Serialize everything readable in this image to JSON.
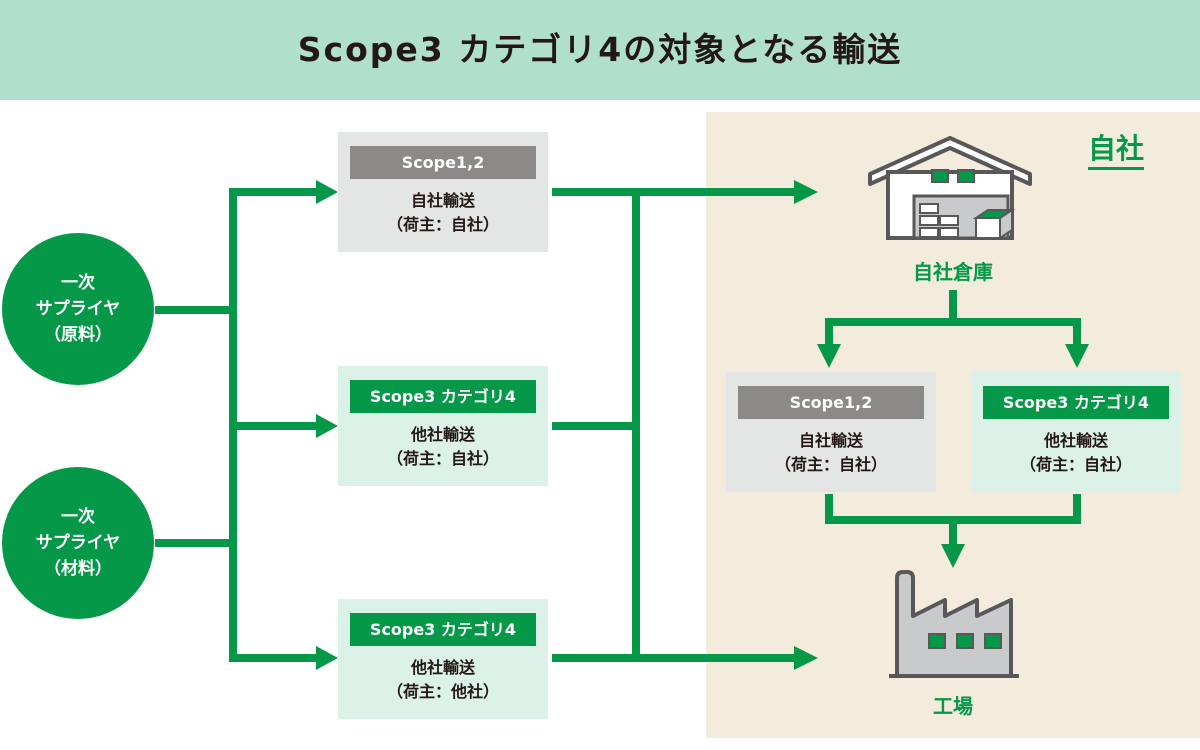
{
  "title": "Scope3 カテゴリ4の対象となる輸送",
  "self_area_label": "自社",
  "suppliers": [
    {
      "line1": "一次",
      "line2": "サプライヤ",
      "line3": "（原料）"
    },
    {
      "line1": "一次",
      "line2": "サプライヤ",
      "line3": "（材料）"
    }
  ],
  "transport_boxes": [
    {
      "tag": "Scope1,2",
      "line1": "自社輸送",
      "line2": "（荷主：自社）"
    },
    {
      "tag": "Scope3 カテゴリ4",
      "line1": "他社輸送",
      "line2": "（荷主：自社）"
    },
    {
      "tag": "Scope3 カテゴリ4",
      "line1": "他社輸送",
      "line2": "（荷主：他社）"
    }
  ],
  "warehouse_label": "自社倉庫",
  "internal_boxes": [
    {
      "tag": "Scope1,2",
      "line1": "自社輸送",
      "line2": "（荷主：自社）"
    },
    {
      "tag": "Scope3 カテゴリ4",
      "line1": "他社輸送",
      "line2": "（荷主：自社）"
    }
  ],
  "factory_label": "工場",
  "colors": {
    "green": "#059848",
    "header_bg": "#b0e0cc",
    "self_area_bg": "#f3ecdc",
    "gray_tag": "#8c8989",
    "gray_box": "#e4e6e6",
    "mint_box": "#dcf1e7"
  }
}
